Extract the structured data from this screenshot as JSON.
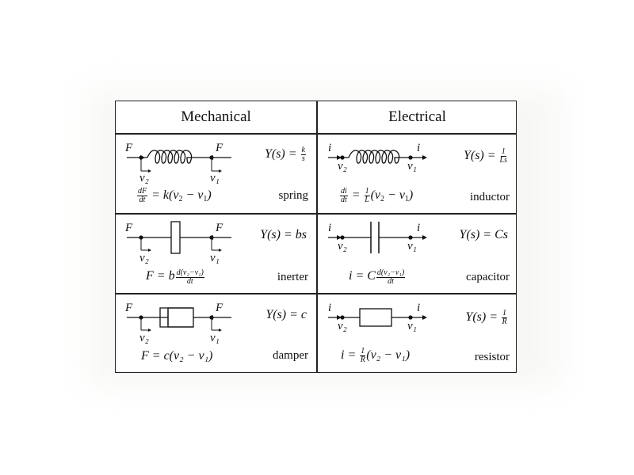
{
  "headers": {
    "mechanical": "Mechanical",
    "electrical": "Electrical"
  },
  "rows": [
    {
      "mechanical": {
        "label": "spring",
        "y_prefix": "Y(s)  = ",
        "y_num": "k",
        "y_den": "s",
        "eq_left_num": "dF",
        "eq_left_den": "dt",
        "eq_right": "= k(v",
        "eq_tail": " − v",
        "eq_end": ")"
      },
      "electrical": {
        "label": "inductor",
        "y_prefix": "Y(s)  = ",
        "y_num": "1",
        "y_den": "Ls",
        "eq_left_num": "di",
        "eq_left_den": "dt",
        "eq_mid": "= ",
        "eq_frac_num": "1",
        "eq_frac_den": "L",
        "eq_right": "(v",
        "eq_tail": " − v",
        "eq_end": ")"
      }
    },
    {
      "mechanical": {
        "label": "inerter",
        "y_text": "Y(s)  = bs",
        "eq_left": "F = b",
        "eq_frac_num": "d(v₂−v₁)",
        "eq_frac_den": "dt"
      },
      "electrical": {
        "label": "capacitor",
        "y_text": "Y(s)  = Cs",
        "eq_left": "i = C",
        "eq_frac_num": "d(v₂−v₁)",
        "eq_frac_den": "dt"
      }
    },
    {
      "mechanical": {
        "label": "damper",
        "y_text": "Y(s)  = c",
        "eq_text": "F = c(v₂ − v₁)"
      },
      "electrical": {
        "label": "resistor",
        "y_prefix": "Y(s)  = ",
        "y_num": "1",
        "y_den": "R",
        "eq_left": "i = ",
        "eq_frac_num": "1",
        "eq_frac_den": "R",
        "eq_right": "(v₂ − v₁)"
      }
    }
  ],
  "symbols": {
    "force": "F",
    "current": "i",
    "v2": "v₂",
    "v1": "v₁",
    "sub1": "1",
    "sub2": "2"
  }
}
